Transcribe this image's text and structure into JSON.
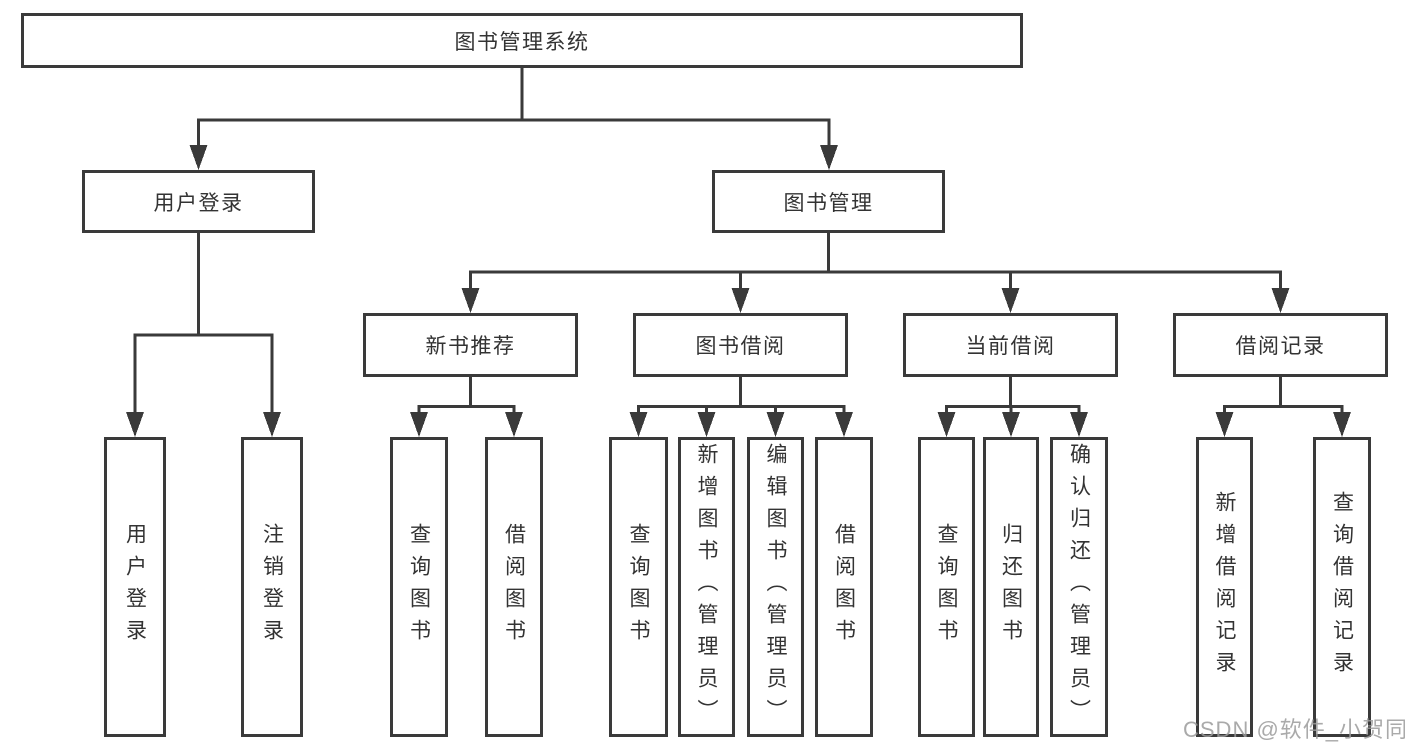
{
  "tree": {
    "root": "图书管理系统",
    "level1": [
      {
        "label": "用户登录"
      },
      {
        "label": "图书管理"
      }
    ],
    "level2": [
      {
        "label": "新书推荐"
      },
      {
        "label": "图书借阅"
      },
      {
        "label": "当前借阅"
      },
      {
        "label": "借阅记录"
      }
    ],
    "leaves": {
      "user_login": [
        "用户登录",
        "注销登录"
      ],
      "new_books": [
        "查询图书",
        "借阅图书"
      ],
      "book_borrow": [
        "查询图书",
        "新增图书（管理员）",
        "编辑图书（管理员）",
        "借阅图书"
      ],
      "current_borrow": [
        "查询图书",
        "归还图书",
        "确认归还（管理员）"
      ],
      "borrow_records": [
        "新增借阅记录",
        "查询借阅记录"
      ]
    }
  },
  "watermark": {
    "text": "CSDN @软件_小贺同学"
  },
  "colors": {
    "line": "#3a3a3a",
    "box_border": "#3a3a3a",
    "text": "#333333",
    "watermark": "#9b9b9b",
    "background": "#ffffff"
  }
}
